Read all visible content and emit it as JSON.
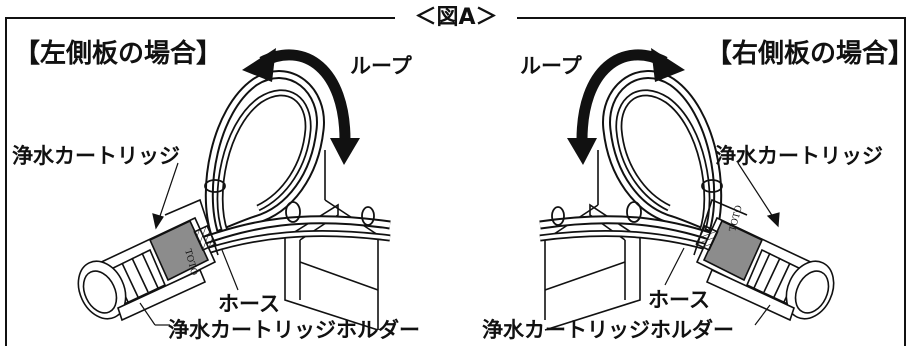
{
  "figure_title": "＜図A＞",
  "left_panel": {
    "heading": "【左側板の場合】",
    "labels": {
      "loop": "ループ",
      "cartridge": "浄水カートリッジ",
      "hose": "ホース",
      "holder": "浄水カートリッジホルダー"
    },
    "brand_mark": "TOTO"
  },
  "right_panel": {
    "heading": "【右側板の場合】",
    "labels": {
      "loop": "ループ",
      "cartridge": "浄水カートリッジ",
      "hose": "ホース",
      "holder": "浄水カートリッジホルダー"
    },
    "brand_mark": "TOTO"
  },
  "colors": {
    "line": "#111111",
    "cartridge_band": "#8c8c8c",
    "background": "#ffffff"
  }
}
